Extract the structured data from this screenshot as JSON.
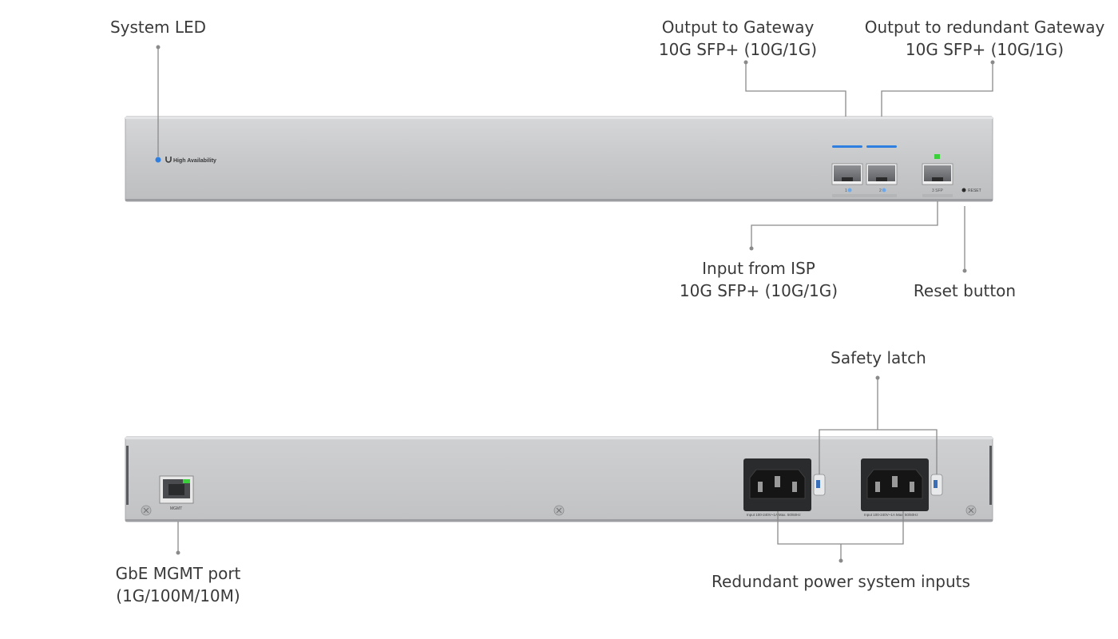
{
  "callouts": {
    "system_led": "System LED",
    "output_gateway": {
      "line1": "Output to Gateway",
      "line2": "10G SFP+ (10G/1G)"
    },
    "output_redundant": {
      "line1": "Output to redundant Gateway",
      "line2": "10G SFP+ (10G/1G)"
    },
    "input_isp": {
      "line1": "Input from ISP",
      "line2": "10G SFP+ (10G/1G)"
    },
    "reset_button": "Reset button",
    "safety_latch": "Safety latch",
    "mgmt_port": {
      "line1": "GbE MGMT port",
      "line2": "(1G/100M/10M)"
    },
    "power_inputs": "Redundant power system inputs"
  },
  "front_panel": {
    "brand_text": "High Availability",
    "port1_label": "1",
    "port2_label": "2",
    "port3_label": "3 SFP",
    "reset_label": "RESET"
  },
  "rear_panel": {
    "mgmt_label": "MGMT",
    "power_spec_1": "Input 100-240V~1A Max. 50/60Hz",
    "power_spec_2": "Input 100-240V~1A Max. 50/60Hz"
  },
  "colors": {
    "panel": "#c9cacc",
    "led_blue": "#2f7fe0",
    "led_green": "#3ccf3c",
    "leader": "#8a8a8a"
  }
}
